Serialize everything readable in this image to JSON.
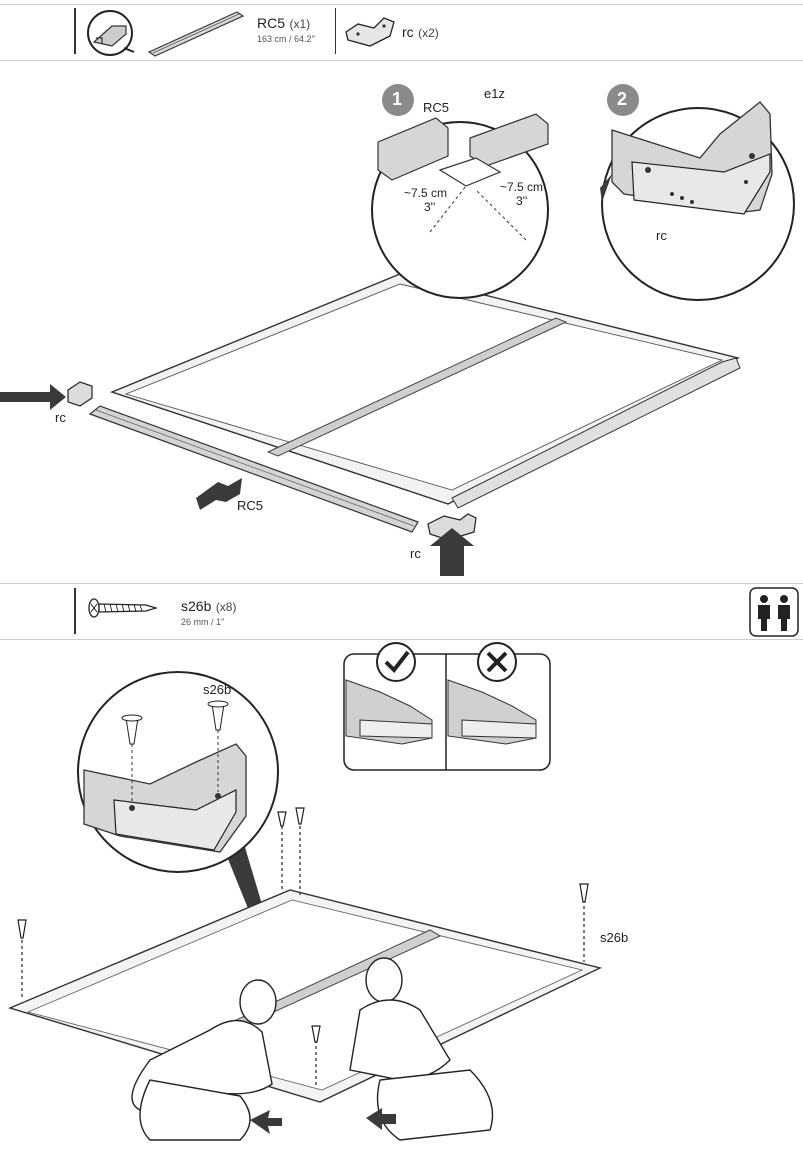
{
  "parts_header_1": {
    "part_a": {
      "code": "RC5",
      "qty": "(x1)",
      "dims": "163 cm / 64.2''"
    },
    "part_b": {
      "code": "rc",
      "qty": "(x2)"
    }
  },
  "step1": {
    "callout_1": {
      "number": "1",
      "label_left": "RC5",
      "label_right": "e1z",
      "dim_left": "~7.5 cm",
      "dim_left_in": "3''",
      "dim_right": "~7.5 cm",
      "dim_right_in": "3''"
    },
    "callout_2": {
      "number": "2",
      "label": "rc"
    },
    "label_rc_left": "rc",
    "label_rc5": "RC5",
    "label_rc_bottom": "rc"
  },
  "parts_header_2": {
    "part_c": {
      "code": "s26b",
      "qty": "(x8)",
      "dims": "26 mm / 1''"
    },
    "people_icon": "two-people-icon"
  },
  "step2": {
    "label_s26b_top": "s26b",
    "label_s26b_right": "s26b",
    "correct_icon": "check-icon",
    "wrong_icon": "cross-icon"
  }
}
